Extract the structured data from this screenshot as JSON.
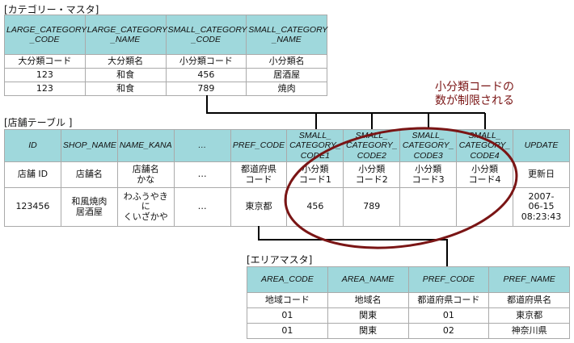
{
  "category_master": {
    "title": "[カテゴリー・マスタ]",
    "headers": [
      "LARGE_CATEGORY\n_CODE",
      "LARGE_CATEGORY\n_NAME",
      "SMALL_CATEGORY\n_CODE",
      "SMALL_CATEGORY\n_NAME"
    ],
    "rows": [
      [
        "大分類コード",
        "大分類名",
        "小分類コード",
        "小分類名"
      ],
      [
        "123",
        "和食",
        "456",
        "居酒屋"
      ],
      [
        "123",
        "和食",
        "789",
        "焼肉"
      ]
    ]
  },
  "shop_table": {
    "title": "[店舗テーブル ]",
    "headers": [
      "ID",
      "SHOP_NAME",
      "NAME_KANA",
      "…",
      "PREF_CODE",
      "SMALL_\nCATEGORY_\nCODE1",
      "SMALL_\nCATEGORY_\nCODE2",
      "SMALL_\nCATEGORY_\nCODE3",
      "SMALL_\nCATEGORY_\nCODE4",
      "UPDATE"
    ],
    "rows": [
      [
        "店舗 ID",
        "店舗名",
        "店舗名\nかな",
        "…",
        "都道府県\nコード",
        "小分類\nコード1",
        "小分類\nコード2",
        "小分類\nコード3",
        "小分類\nコード4",
        "更新日"
      ],
      [
        "123456",
        "和風焼肉\n居酒屋",
        "わふうやきに\nくいざかや",
        "…",
        "東京都",
        "456",
        "789",
        "",
        "",
        "2007-\n06-15\n08:23:43"
      ]
    ]
  },
  "area_master": {
    "title": "[エリアマスタ]",
    "headers": [
      "AREA_CODE",
      "AREA_NAME",
      "PREF_CODE",
      "PREF_NAME"
    ],
    "rows": [
      [
        "地域コード",
        "地域名",
        "都道府県コード",
        "都道府県名"
      ],
      [
        "01",
        "関東",
        "01",
        "東京都"
      ],
      [
        "01",
        "関東",
        "02",
        "神奈川県"
      ]
    ]
  },
  "annotation": {
    "line1": "小分類コードの",
    "line2": "数が制限される"
  },
  "colors": {
    "header": "#9fd8dc",
    "accent": "#7a1515"
  }
}
